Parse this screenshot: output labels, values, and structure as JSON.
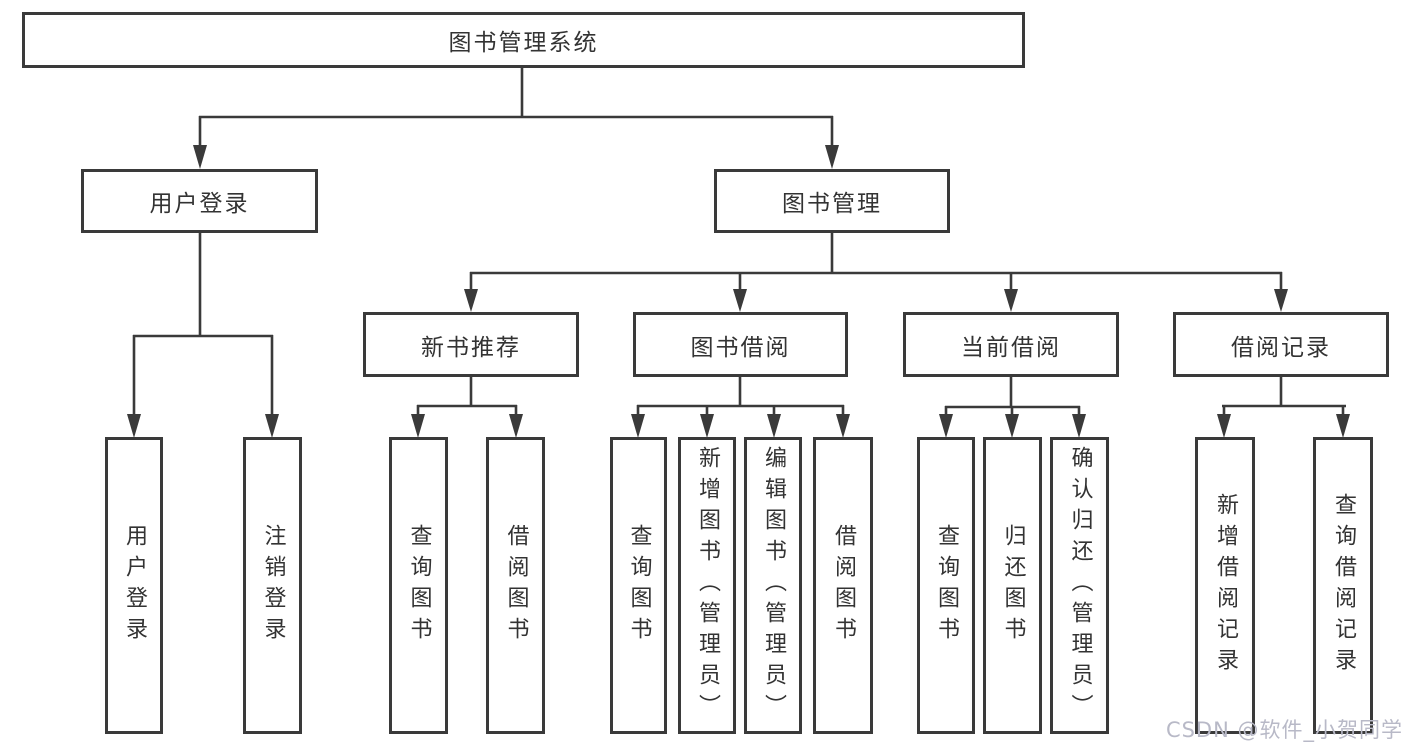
{
  "diagram": {
    "root": "图书管理系统",
    "level2": {
      "user_login": "用户登录",
      "book_management": "图书管理"
    },
    "level3": {
      "new_book": "新书推荐",
      "book_borrow": "图书借阅",
      "current_borrow": "当前借阅",
      "borrow_record": "借阅记录"
    },
    "leaves": {
      "user_login": [
        "用户登录",
        "注销登录"
      ],
      "new_book": [
        "查询图书",
        "借阅图书"
      ],
      "book_borrow": [
        "查询图书",
        "新增图书（管理员）",
        "编辑图书（管理员）",
        "借阅图书"
      ],
      "current_borrow": [
        "查询图书",
        "归还图书",
        "确认归还（管理员）"
      ],
      "borrow_record": [
        "新增借阅记录",
        "查询借阅记录"
      ]
    }
  },
  "watermark": {
    "text": "CSDN @软件_小贺同学",
    "color": "#b8b9c7"
  },
  "colors": {
    "line": "#3a3a3a",
    "text": "#333333",
    "background": "#ffffff"
  }
}
